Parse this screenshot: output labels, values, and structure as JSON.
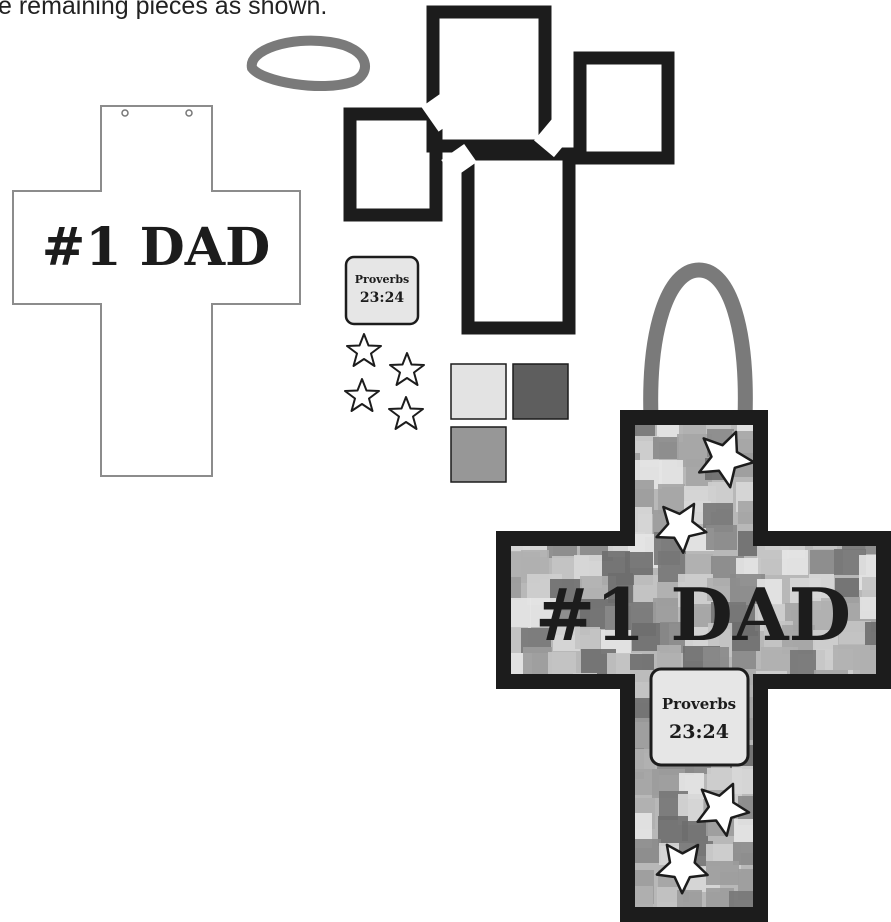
{
  "instruction": {
    "text": "e remaining pieces as shown."
  },
  "template_cross": {
    "label": "#1 DAD"
  },
  "verse_card": {
    "line1": "Proverbs",
    "line2": "23:24"
  },
  "finished_cross": {
    "label": "#1 DAD",
    "verse_line1": "Proverbs",
    "verse_line2": "23:24"
  },
  "stickers": {
    "star_count": 4
  },
  "swatches": {
    "colors": [
      "#e3e3e3",
      "#5e5e5e",
      "#979797"
    ]
  },
  "colors": {
    "frame": "#1c1c1c",
    "handle": "#7a7a7a",
    "template_outline": "#8c8c8c",
    "card_fill": "#e6e6e6",
    "mosaic_base": "#b8b8b8"
  }
}
